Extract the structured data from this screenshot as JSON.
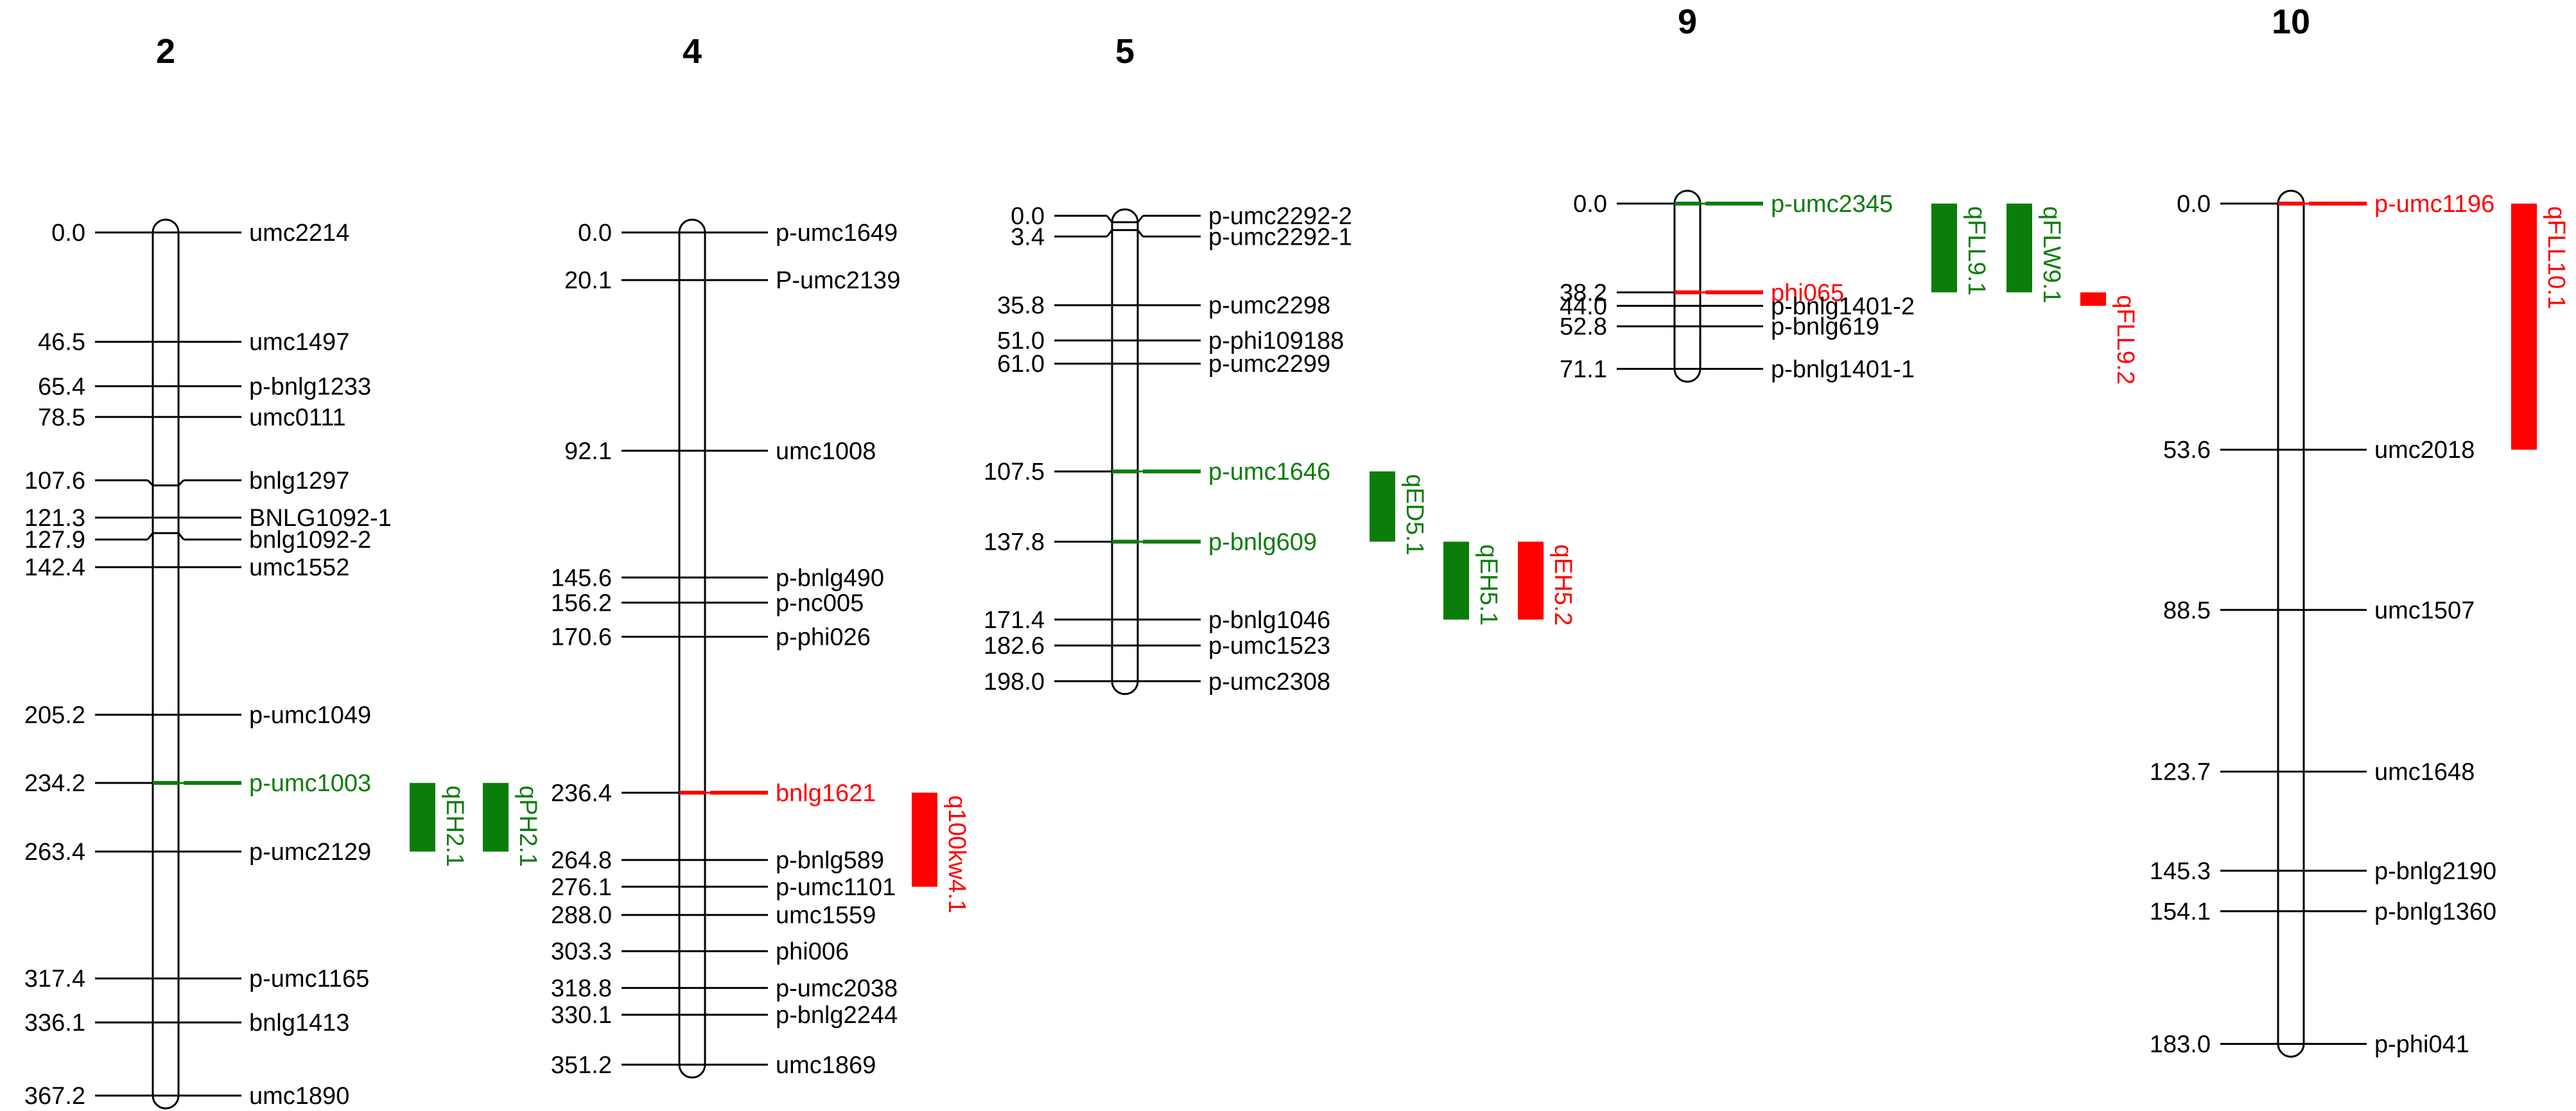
{
  "colors": {
    "green": "#0b7d0b",
    "red": "#ff0000",
    "black": "#000000"
  },
  "chromosomes": [
    {
      "id": "2",
      "markers": [
        {
          "pos": "0.0",
          "name": "umc2214"
        },
        {
          "pos": "46.5",
          "name": "umc1497"
        },
        {
          "pos": "65.4",
          "name": "p-bnlg1233"
        },
        {
          "pos": "78.5",
          "name": "umc0111"
        },
        {
          "pos": "107.6",
          "name": "bnlg1297"
        },
        {
          "pos": "121.3",
          "name": "BNLG1092-1"
        },
        {
          "pos": "127.9",
          "name": "bnlg1092-2"
        },
        {
          "pos": "142.4",
          "name": "umc1552"
        },
        {
          "pos": "205.2",
          "name": "p-umc1049"
        },
        {
          "pos": "234.2",
          "name": "p-umc1003",
          "color": "green"
        },
        {
          "pos": "263.4",
          "name": "p-umc2129"
        },
        {
          "pos": "317.4",
          "name": "p-umc1165"
        },
        {
          "pos": "336.1",
          "name": "bnlg1413"
        },
        {
          "pos": "367.2",
          "name": "umc1890"
        }
      ],
      "qtls": [
        {
          "name": "qEH2.1",
          "color": "green",
          "start": 234.2,
          "end": 263.4
        },
        {
          "name": "qPH2.1",
          "color": "green",
          "start": 234.2,
          "end": 263.4
        }
      ]
    },
    {
      "id": "4",
      "markers": [
        {
          "pos": "0.0",
          "name": "p-umc1649"
        },
        {
          "pos": "20.1",
          "name": "P-umc2139"
        },
        {
          "pos": "92.1",
          "name": "umc1008"
        },
        {
          "pos": "145.6",
          "name": "p-bnlg490"
        },
        {
          "pos": "156.2",
          "name": "p-nc005"
        },
        {
          "pos": "170.6",
          "name": "p-phi026"
        },
        {
          "pos": "236.4",
          "name": "bnlg1621",
          "color": "red"
        },
        {
          "pos": "264.8",
          "name": "p-bnlg589"
        },
        {
          "pos": "276.1",
          "name": "p-umc1101"
        },
        {
          "pos": "288.0",
          "name": "umc1559"
        },
        {
          "pos": "303.3",
          "name": "phi006"
        },
        {
          "pos": "318.8",
          "name": "p-umc2038"
        },
        {
          "pos": "330.1",
          "name": "p-bnlg2244"
        },
        {
          "pos": "351.2",
          "name": "umc1869"
        }
      ],
      "qtls": [
        {
          "name": "q100kw4.1",
          "color": "red",
          "start": 236.4,
          "end": 276.1
        }
      ]
    },
    {
      "id": "5",
      "markers": [
        {
          "pos": "0.0",
          "name": "p-umc2292-2"
        },
        {
          "pos": "3.4",
          "name": "p-umc2292-1"
        },
        {
          "pos": "35.8",
          "name": "p-umc2298"
        },
        {
          "pos": "51.0",
          "name": "p-phi109188"
        },
        {
          "pos": "61.0",
          "name": "p-umc2299"
        },
        {
          "pos": "107.5",
          "name": "p-umc1646",
          "color": "green"
        },
        {
          "pos": "137.8",
          "name": "p-bnlg609",
          "color": "green"
        },
        {
          "pos": "171.4",
          "name": "p-bnlg1046"
        },
        {
          "pos": "182.6",
          "name": "p-umc1523"
        },
        {
          "pos": "198.0",
          "name": "p-umc2308"
        }
      ],
      "qtls": [
        {
          "name": "qED5.1",
          "color": "green",
          "start": 107.5,
          "end": 137.8
        },
        {
          "name": "qEH5.1",
          "color": "green",
          "start": 137.8,
          "end": 171.4
        },
        {
          "name": "qEH5.2",
          "color": "red",
          "start": 137.8,
          "end": 171.4
        }
      ]
    },
    {
      "id": "9",
      "markers": [
        {
          "pos": "0.0",
          "name": "p-umc2345",
          "color": "green"
        },
        {
          "pos": "38.2",
          "name": "phi065",
          "color": "red"
        },
        {
          "pos": "44.0",
          "name": "p-bnlg1401-2"
        },
        {
          "pos": "52.8",
          "name": "p-bnlg619"
        },
        {
          "pos": "71.1",
          "name": "p-bnlg1401-1"
        }
      ],
      "qtls": [
        {
          "name": "qFLL9.1",
          "color": "green",
          "start": 0.0,
          "end": 38.2
        },
        {
          "name": "qFLW9.1",
          "color": "green",
          "start": 0.0,
          "end": 38.2
        },
        {
          "name": "qFLL9.2",
          "color": "red",
          "start": 38.2,
          "end": 44.0
        }
      ]
    },
    {
      "id": "10",
      "markers": [
        {
          "pos": "0.0",
          "name": "p-umc1196",
          "color": "red"
        },
        {
          "pos": "53.6",
          "name": "umc2018"
        },
        {
          "pos": "88.5",
          "name": "umc1507"
        },
        {
          "pos": "123.7",
          "name": "umc1648"
        },
        {
          "pos": "145.3",
          "name": "p-bnlg2190"
        },
        {
          "pos": "154.1",
          "name": "p-bnlg1360"
        },
        {
          "pos": "183.0",
          "name": "p-phi041"
        }
      ],
      "qtls": [
        {
          "name": "qFLL10.1",
          "color": "red",
          "start": 0.0,
          "end": 53.6
        }
      ]
    }
  ]
}
